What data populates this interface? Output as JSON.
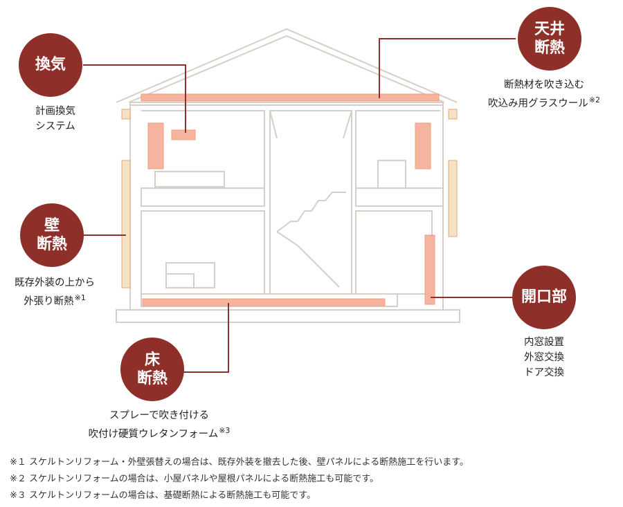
{
  "labels": {
    "kanki": {
      "badge": [
        "換気"
      ],
      "caption": [
        "計画換気",
        "システム"
      ]
    },
    "tenjou": {
      "badge": [
        "天井",
        "断熱"
      ],
      "caption": [
        "断熱材を吹き込む",
        "吹込み用グラスウール"
      ],
      "note_mark": "※2"
    },
    "kabe": {
      "badge": [
        "壁",
        "断熱"
      ],
      "caption": [
        "既存外装の上から",
        "外張り断熱"
      ],
      "note_mark": "※1"
    },
    "kaikoubu": {
      "badge": [
        "開口部"
      ],
      "caption": [
        "内窓設置",
        "外窓交換",
        "ドア交換"
      ]
    },
    "yuka": {
      "badge": [
        "床",
        "断熱"
      ],
      "caption": [
        "スプレーで吹き付ける",
        "吹付け硬質ウレタンフォーム"
      ],
      "note_mark": "※3"
    }
  },
  "footnotes": [
    "※１ スケルトンリフォーム・外壁張替えの場合は、既存外装を撤去した後、壁パネルによる断熱施工を行います。",
    "※２ スケルトンリフォームの場合は、小屋パネルや屋根パネルによる断熱施工も可能です。",
    "※３ スケルトンリフォームの場合は、基礎断熱による断熱施工も可能です。"
  ],
  "colors": {
    "accent": "#8f2f2a",
    "insulation": "#f2a98f",
    "house_line": "#d9d2cc"
  }
}
